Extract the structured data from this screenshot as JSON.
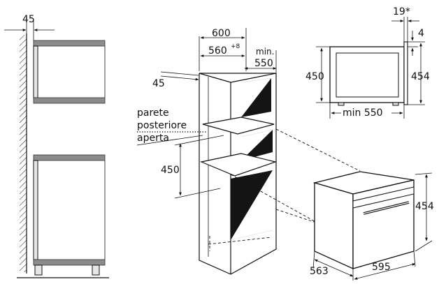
{
  "left_view": {
    "dim_45": "45"
  },
  "cabinet_view": {
    "dim_600": "600",
    "dim_560": "560",
    "dim_560_tolerance": "+8",
    "dim_min": "min.",
    "dim_550": "550",
    "dim_45": "45",
    "label_line1": "parete",
    "label_line2": "posteriore",
    "label_line3": "aperta",
    "dim_450": "450"
  },
  "niche_view": {
    "dim_19": "19*",
    "dim_4": "4",
    "dim_450": "450",
    "dim_454": "454",
    "dim_min_550": "min 550"
  },
  "oven_view": {
    "dim_454": "454",
    "dim_563": "563",
    "dim_595": "595"
  }
}
